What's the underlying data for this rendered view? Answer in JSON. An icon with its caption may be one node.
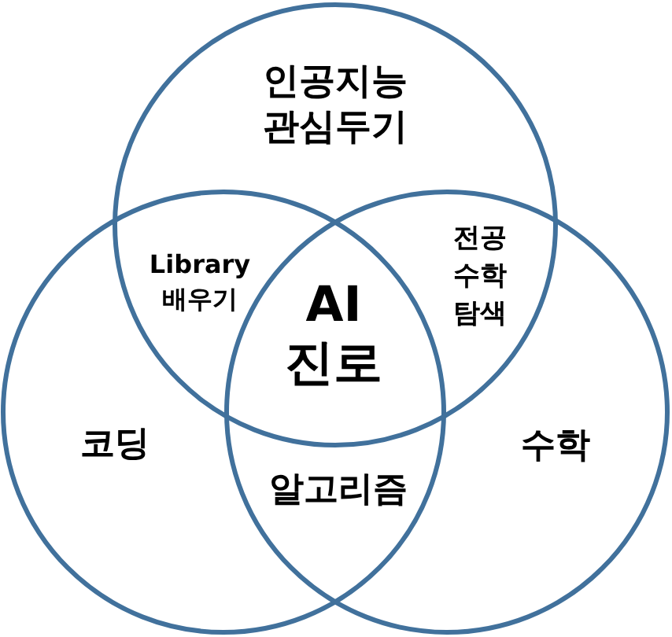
{
  "diagram": {
    "nodes": [
      {
        "text": [
          "인공지능 관심두기"
        ]
      },
      {
        "text": [
          "코딩"
        ]
      },
      {
        "text": [
          "수학"
        ]
      }
    ],
    "labels": [
      "Library 배우기",
      "AI 진로",
      "전공 수학 탐색",
      "알고리즘"
    ]
  }
}
